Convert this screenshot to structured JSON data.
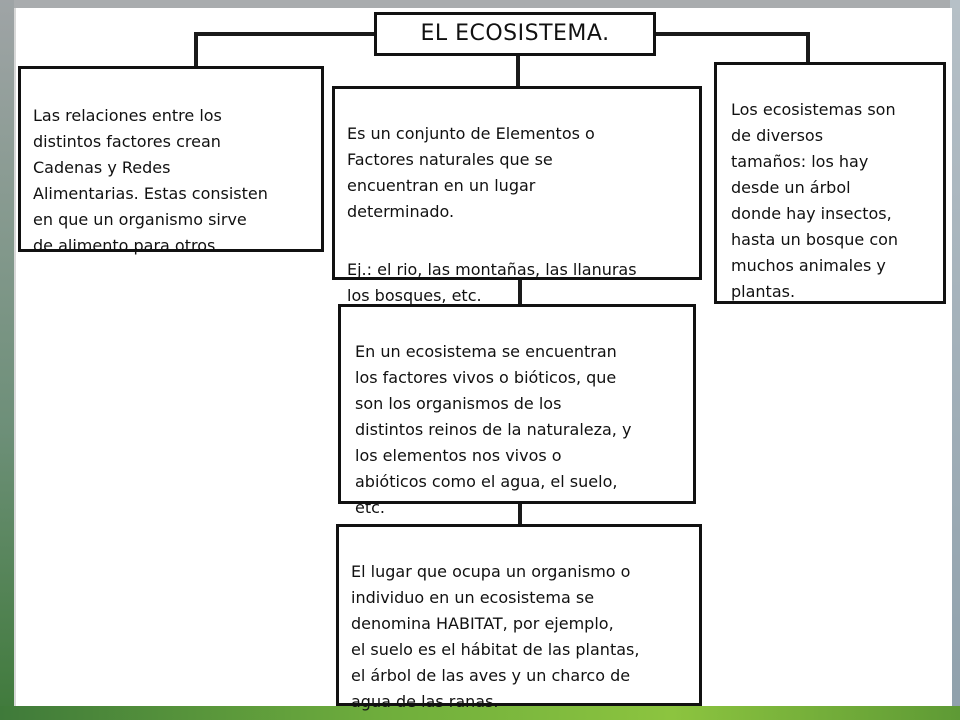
{
  "diagram": {
    "title": "EL ECOSISTEMA.",
    "boxes": {
      "left": "Las relaciones entre los\ndistintos factores crean\nCadenas y Redes\nAlimentarias. Estas consisten\nen que un organismo sirve\nde alimento para otros.",
      "center_top_1": "Es un conjunto de Elementos o\nFactores naturales que se\nencuentran en un lugar\ndeterminado.",
      "center_top_2": "Ej.: el rio, las montañas, las llanuras\nlos bosques, etc.",
      "right": "Los ecosistemas son\nde diversos\ntamaños: los hay\ndesde un árbol\ndonde hay insectos,\nhasta un bosque con\nmuchos animales y\nplantas.",
      "center_middle": "En un ecosistema se encuentran\nlos factores vivos o bióticos, que\nson los organismos de los\ndistintos reinos de la naturaleza, y\nlos elementos nos vivos o\nabióticos como el agua, el suelo,\netc.",
      "center_bottom": "El lugar que ocupa un organismo o\nindividuo en un ecosistema se\ndenomina HABITAT, por ejemplo,\nel suelo es el hábitat de las plantas,\nel árbol de las aves y un charco de\nagua de las ranas."
    }
  }
}
